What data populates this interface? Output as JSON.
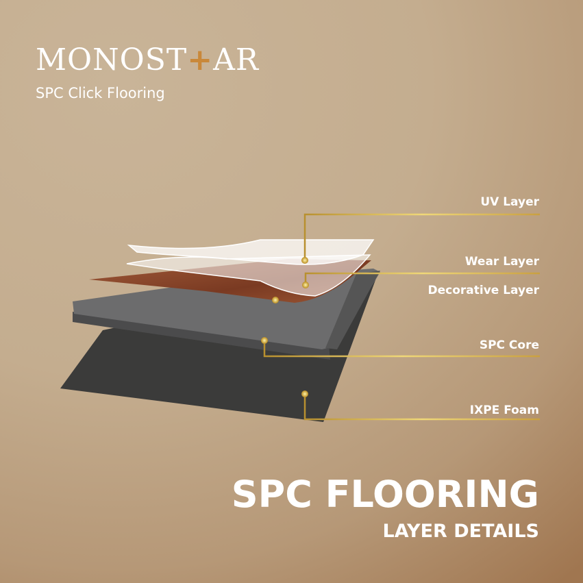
{
  "brand": {
    "logo_text": "MONOSTAR",
    "logo_parts": [
      "MONOST",
      "+",
      "AR"
    ],
    "tagline": "SPC Click Flooring"
  },
  "layers": [
    {
      "label": "UV Layer"
    },
    {
      "label": "Wear Layer"
    },
    {
      "label": "Decorative Layer"
    },
    {
      "label": "SPC Core"
    },
    {
      "label": "IXPE Foam"
    }
  ],
  "heading": {
    "title": "SPC FLOORING",
    "subtitle": "LAYER DETAILS"
  },
  "colors": {
    "gold": "#c9a64a",
    "accent_plus": "#c9883a",
    "background": "#c4ad8f"
  }
}
